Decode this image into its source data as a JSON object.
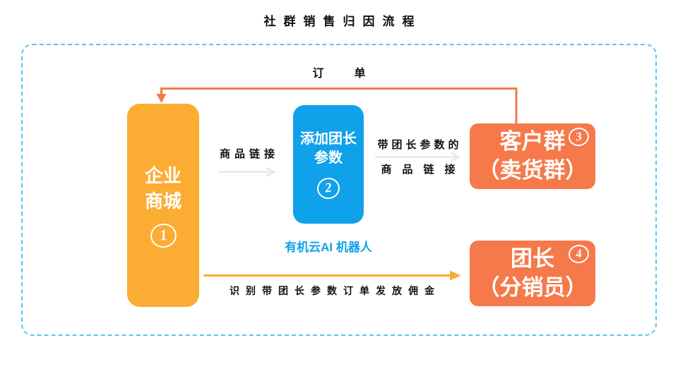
{
  "title": "社群销售归因流程",
  "nodes": {
    "mall": {
      "line1": "企业",
      "line2": "商城",
      "number": "1"
    },
    "robot": {
      "line1": "添加团长",
      "line2": "参数",
      "number": "2",
      "caption": "有机云AI 机器人"
    },
    "customer_group": {
      "line1": "客户群",
      "line2": "（卖货群）",
      "number": "3"
    },
    "leader": {
      "line1": "团长",
      "line2": "（分销员）",
      "number": "4"
    }
  },
  "edges": {
    "product_link": {
      "label": "商品链接"
    },
    "param_link": {
      "line1": "带团长参数的",
      "line2": "商品链接"
    },
    "order": {
      "label": "订单"
    },
    "commission": {
      "label": "识别带团长参数订单发放佣金"
    }
  },
  "colors": {
    "yellow_box": "#FBAC32",
    "blue_box": "#0FA1EA",
    "orange_box": "#F5794A",
    "order_arrow": "#F4794A",
    "commission_arrow": "#FBAC32",
    "gray_arrow": "#E2E2E6",
    "dashed_border": "#5BC6F3",
    "caption_text": "#0FA1EA",
    "label_text": "#111111"
  }
}
